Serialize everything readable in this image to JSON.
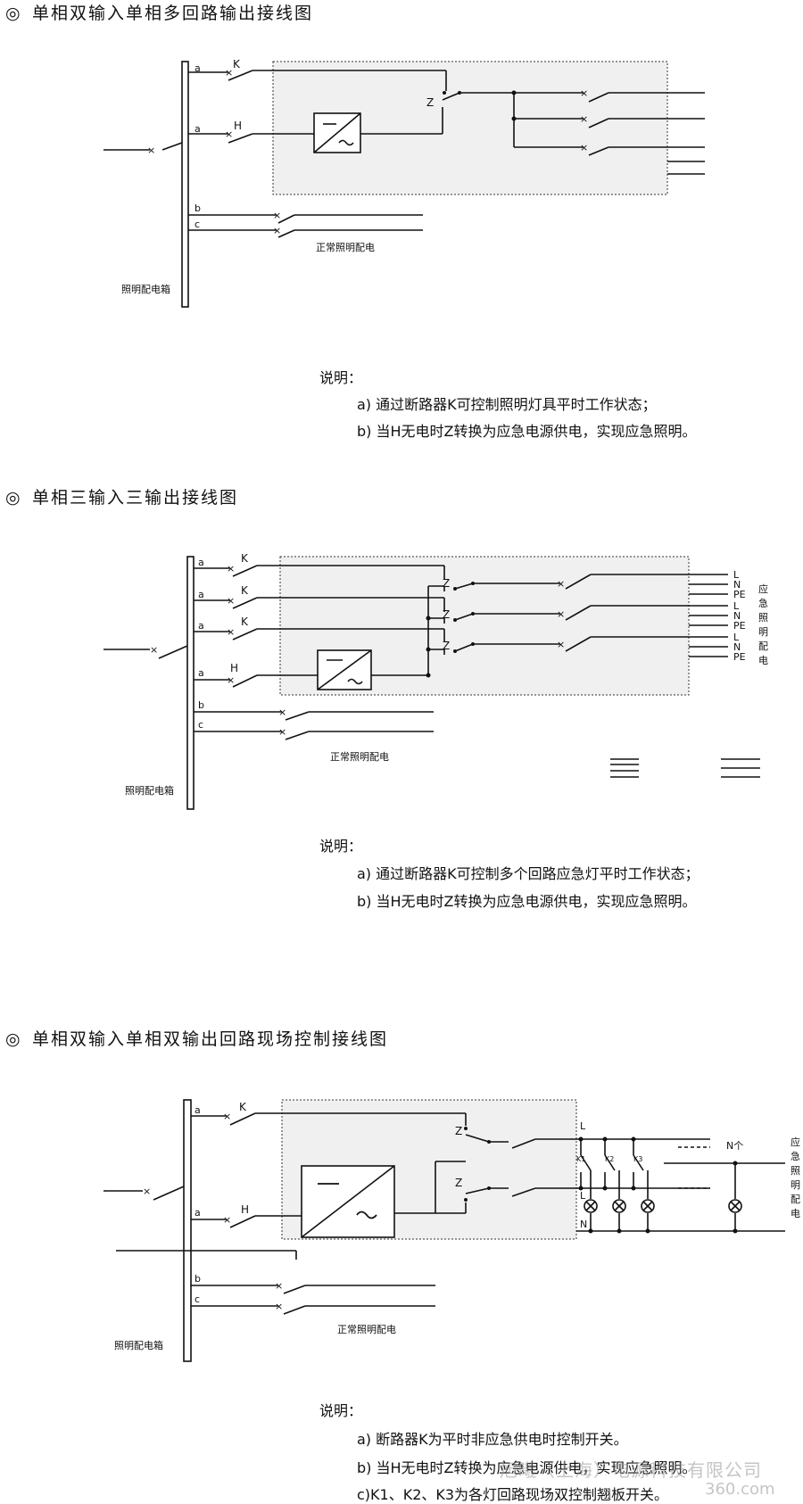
{
  "section1": {
    "bullet": "◎",
    "title": "单相双输入单相多回路输出接线图",
    "labels": {
      "a1": "a",
      "a2": "a",
      "b": "b",
      "c": "c",
      "K": "K",
      "H": "H",
      "Z": "Z",
      "normal": "正常照明配电",
      "box": "照明配电箱"
    },
    "note_head": "说明：",
    "notes": [
      "a) 通过断路器K可控制照明灯具平时工作状态；",
      "b) 当H无电时Z转换为应急电源供电，实现应急照明。"
    ]
  },
  "section2": {
    "bullet": "◎",
    "title": "单相三输入三输出接线图",
    "labels": {
      "a1": "a",
      "a2": "a",
      "a3": "a",
      "a4": "a",
      "b": "b",
      "c": "c",
      "K1": "K",
      "K2": "K",
      "K3": "K",
      "H": "H",
      "Z1": "Z",
      "Z2": "Z",
      "Z3": "Z",
      "out": [
        "L",
        "N",
        "PE",
        "L",
        "N",
        "PE",
        "L",
        "N",
        "PE"
      ],
      "side": [
        "应",
        "急",
        "照",
        "明",
        "配",
        "电"
      ],
      "normal": "正常照明配电",
      "box": "照明配电箱"
    },
    "note_head": "说明：",
    "notes": [
      "a) 通过断路器K可控制多个回路应急灯平时工作状态；",
      "b) 当H无电时Z转换为应急电源供电，实现应急照明。"
    ]
  },
  "section3": {
    "bullet": "◎",
    "title": "单相双输入单相双输出回路现场控制接线图",
    "labels": {
      "a1": "a",
      "a2": "a",
      "b": "b",
      "c": "c",
      "K": "K",
      "H": "H",
      "Z1": "Z",
      "Z2": "Z",
      "L1": "L",
      "L2": "L",
      "N": "N",
      "k1": "K1",
      "k2": "K2",
      "k3": "K3",
      "n": "N个",
      "side": [
        "应",
        "急",
        "照",
        "明",
        "配",
        "电"
      ],
      "normal": "正常照明配电",
      "box": "照明配电箱"
    },
    "note_head": "说明：",
    "notes": [
      "a) 断路器K为平时非应急供电时控制开关。",
      "b) 当H无电时Z转换为应急电源供电，实现应急照明。",
      "c)K1、K2、K3为各灯回路现场双控制翘板开关。"
    ]
  },
  "watermark": {
    "line1": "旭曦（上海）电源科技有限公司",
    "line2": "360.com"
  },
  "colors": {
    "panel": "#f0f0f0",
    "line": "#111111"
  }
}
